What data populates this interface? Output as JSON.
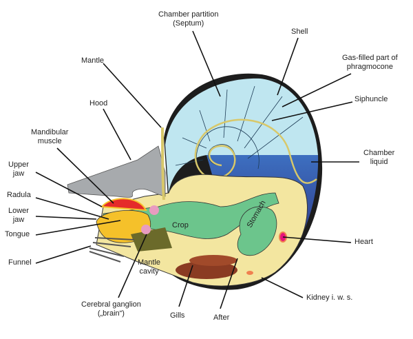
{
  "labels": {
    "septum": [
      "Chamber partition",
      "(Septum)"
    ],
    "shell": "Shell",
    "mantle": "Mantle",
    "gas": [
      "Gas-filled part of",
      "phragmocone"
    ],
    "siphuncle": "Siphuncle",
    "hood": "Hood",
    "mandibular": [
      "Mandibular",
      "muscle"
    ],
    "chamber_liquid": [
      "Chamber",
      "liquid"
    ],
    "upper_jaw": [
      "Upper",
      "jaw"
    ],
    "radula": "Radula",
    "lower_jaw": [
      "Lower",
      "jaw"
    ],
    "tongue": "Tongue",
    "crop": "Crop",
    "stomach": "Stomach",
    "heart": "Heart",
    "funnel": "Funnel",
    "mantle_cavity": [
      "Mantle",
      "cavity"
    ],
    "kidney": "Kidney i. w. s.",
    "ganglion": [
      "Cerebral ganglion",
      "(„brain“)"
    ],
    "gills": "Gills",
    "after": "After"
  },
  "colors": {
    "phragmocone": "#bfe6f0",
    "chamber_liquid": "#2e3a8c",
    "body": "#f3e6a0",
    "crop": "#6cc58c",
    "hood": "#a7aaad",
    "muscle": "#e52a2a",
    "jaw": "#f5c12a",
    "ganglion": "#e89cc0",
    "gills": "#8a3b22",
    "funnel_tissue": "#6b6a2a"
  }
}
